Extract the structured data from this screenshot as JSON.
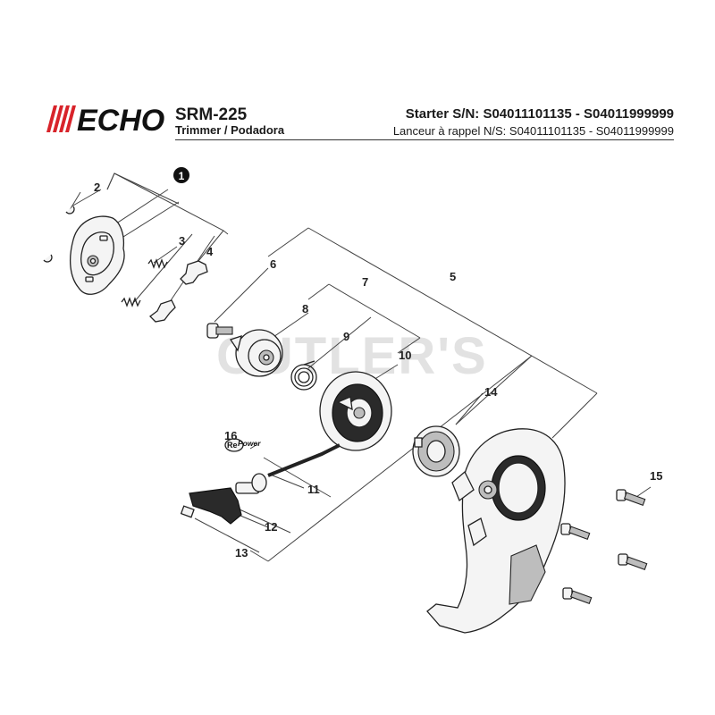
{
  "header": {
    "brand": "ECHO",
    "model": "SRM-225",
    "subtitle": "Trimmer / Podadora",
    "starter_title": "Starter S/N: S04011101135 - S04011999999",
    "lanceur_title": "Lanceur à rappel N/S: S04011101135 - S04011999999"
  },
  "watermark": "CUTLER'S",
  "repower_label": {
    "re": "Re",
    "power": "Power"
  },
  "callouts": {
    "c1": "1",
    "c2": "2",
    "c3": "3",
    "c4": "4",
    "c5": "5",
    "c6": "6",
    "c7": "7",
    "c8": "8",
    "c9": "9",
    "c10": "10",
    "c11": "11",
    "c12": "12",
    "c13": "13",
    "c14": "14",
    "c15": "15",
    "c16": "16"
  },
  "colors": {
    "logo_red": "#d8232a",
    "line": "#444444",
    "text": "#1a1a1a"
  }
}
